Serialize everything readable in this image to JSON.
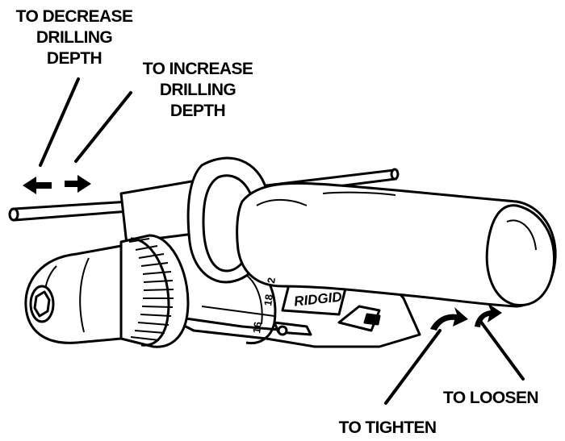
{
  "labels": {
    "decrease_line1": "TO DECREASE",
    "decrease_line2": "DRILLING",
    "decrease_line3": "DEPTH",
    "increase_line1": "TO INCREASE",
    "increase_line2": "DRILLING",
    "increase_line3": "DEPTH",
    "loosen": "TO LOOSEN",
    "tighten": "TO TIGHTEN"
  },
  "tool": {
    "brand": "RIDGID",
    "clutch_marks": [
      "16",
      "18",
      "2"
    ]
  },
  "colors": {
    "ink": "#000000",
    "paper": "#ffffff"
  }
}
